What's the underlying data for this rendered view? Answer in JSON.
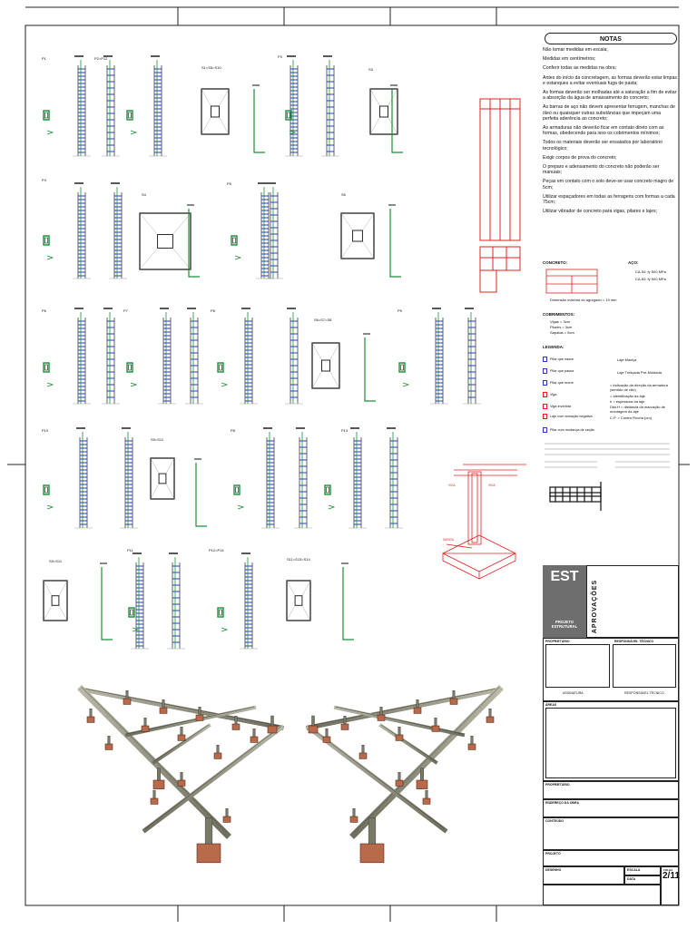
{
  "notes": {
    "title": "NOTAS",
    "items": [
      "Não tomar medidas em escala;",
      "Medidas em centímetros;",
      "Conferir todas as medidas na obra;",
      "Antes do início da concretagem, as formas deverão estar limpas e estanques a evitar eventuais fuga de pasta;",
      "As formas deverão ser molhadas até a saturação a fim de evitar a absorção da água de amassamento do concreto;",
      "As barras de aço não devem apresentar ferrugem, manchas de óleo ou quaisquer outras substâncias que impeçam uma perfeita aderência ao concreto;",
      "As armaduras não deverão ficar em contato direto com as formas, obedecendo para isso os cobrimentos mínimos;",
      "Todos os materiais deverão ser ensaiados por laboratório tecnológico;",
      "Exigir corpos de prova do concreto;",
      "O preparo e adensamento do concreto não poderão ser manuais;",
      "Peças em contato com o solo deve-se usar concreto magro de 5cm;",
      "Utilizar espaçadores em todas as ferragens com formas a cada 75cm;",
      "Utilizar vibrador de concreto para vigas, pilares e lajes;"
    ]
  },
  "concrete": {
    "label": "CONCRETO:",
    "steel_label": "AÇO:",
    "steel_values": [
      "CA-50: fy 500 MPa",
      "CA-60: fy 600 MPa"
    ],
    "caption": "Dimensão máxima do agregado = 19 mm"
  },
  "cobrimentos": {
    "label": "COBRIMENTOS:",
    "items": [
      "Vigas = 3cm",
      "Pilares = 3cm",
      "Sapatas = 5cm"
    ]
  },
  "legenda": {
    "label": "LEGENDA:",
    "items": [
      "Pilar que nasce",
      "Pilar que passa",
      "Pilar que morre",
      "Viga",
      "Viga invertida",
      "Laje com armação negativa",
      "Pilar com mudança de seção"
    ],
    "right_items": [
      "Laje Maciça",
      "Laje Treliçada Pré-Moldada"
    ],
    "right_notes": [
      "= indicação da direção da armadura (sentido de vão)",
      "= Identificação da laje",
      "h = espessura da laje",
      "Dist.H = distância da marcação de montagem da laje",
      "C.P. = Contra Flecha (cm)"
    ]
  },
  "pillars": {
    "row1": [
      "P1",
      "P2=P12",
      "S1=S5=S10",
      "P3",
      "S3"
    ],
    "row2": [
      "P4",
      "S4",
      "P5",
      "S5"
    ],
    "row3": [
      "P6",
      "P7",
      "P8",
      "S6=S7=S8",
      "P9"
    ],
    "row4": [
      "P10",
      "S9=S11",
      "P8",
      "P13"
    ],
    "row5": [
      "S9=S11",
      "P11",
      "P12=P14",
      "S11=S13=S14"
    ]
  },
  "title_block": {
    "logo": "EST",
    "logo_sub": "PROJETO ESTRUTURAL",
    "approvals": "APROVAÇÕES",
    "fields": {
      "proprietario": "PROPRIETÁRIO",
      "resp_tecnico": "RESPONSÁVEL TÉCNICO",
      "sign_left": "ASSINATURA",
      "sign_right": "RESPONSÁVEL TÉCNICO",
      "area": "ÁREAS",
      "proprietario2": "PROPRIETÁRIO",
      "endereco": "ENDEREÇO DA OBRA",
      "conteudo": "CONTEÚDO",
      "projeto": "PROJETO",
      "desenho": "DESENHO",
      "escala": "ESCALA",
      "data": "DATA",
      "folha": "FOLHA"
    },
    "sheet": "2/11"
  }
}
